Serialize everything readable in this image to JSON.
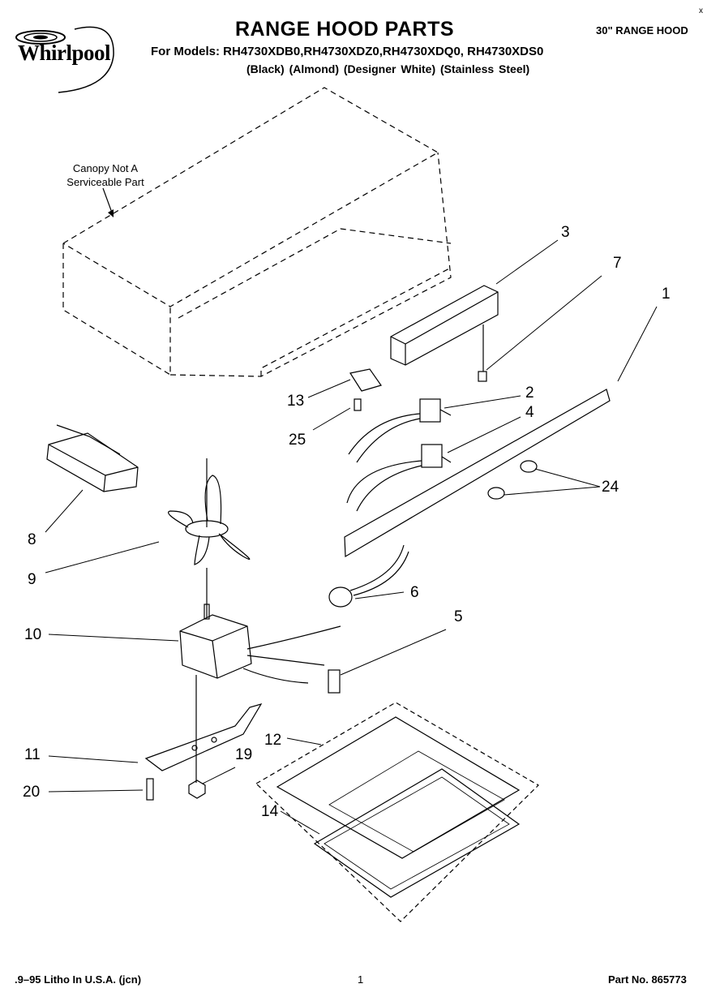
{
  "header": {
    "brand": "Whirlpool",
    "title": "RANGE HOOD PARTS",
    "models_line": "For Models: RH4730XDB0,RH4730XDZ0,RH4730XDQ0, RH4730XDS0",
    "colors_line": "(Black)   (Almond)      (Designer White) (Stainless Steel)",
    "product": "30\" RANGE HOOD",
    "corner_mark": "x"
  },
  "diagram": {
    "canopy_note": [
      "Canopy Not A",
      "Serviceable Part"
    ],
    "callouts": [
      "1",
      "2",
      "3",
      "4",
      "5",
      "6",
      "7",
      "8",
      "9",
      "10",
      "11",
      "12",
      "13",
      "14",
      "19",
      "20",
      "24",
      "25"
    ],
    "icons": [
      "whirlpool-logo-icon",
      "range-hood-parts-exploded-view"
    ]
  },
  "footer": {
    "left": ".9–95 Litho In U.S.A. (jcn)",
    "page": "1",
    "part_no": "Part No. 865773"
  }
}
